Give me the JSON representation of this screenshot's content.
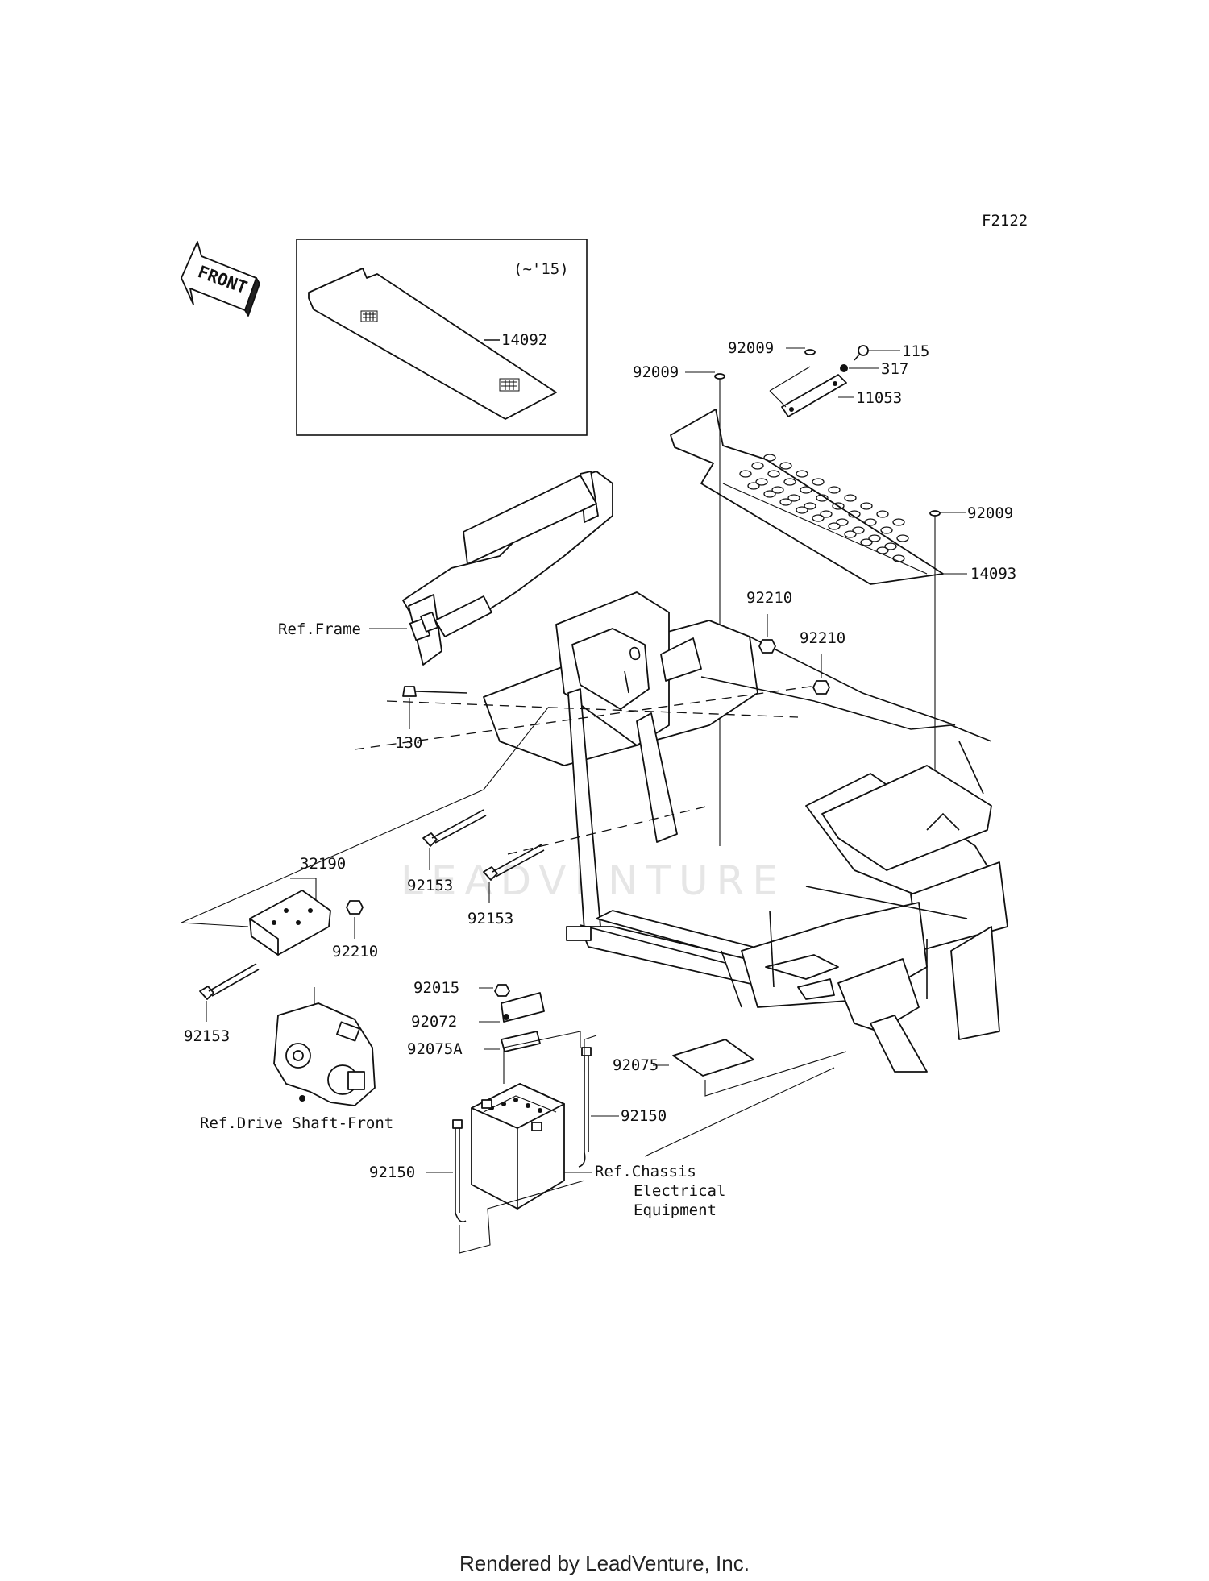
{
  "diagram_code": "F2122",
  "inset_note": "(~'15)",
  "front_arrow_label": "FRONT",
  "watermark": "LEADVENTURE",
  "footer": "Rendered by LeadVenture, Inc.",
  "callouts": {
    "c14092": "14092",
    "c92009_top": "92009",
    "c92009_left": "92009",
    "c92009_right": "92009",
    "c115": "115",
    "c317": "317",
    "c11053": "11053",
    "c14093": "14093",
    "c92210_a": "92210",
    "c92210_b": "92210",
    "c92210_c": "92210",
    "c130": "130",
    "c92153_a": "92153",
    "c92153_b": "92153",
    "c92153_c": "92153",
    "c32190": "32190",
    "c92015": "92015",
    "c92072": "92072",
    "c92075A": "92075A",
    "c92075": "92075",
    "c92150_a": "92150",
    "c92150_b": "92150"
  },
  "references": {
    "frame": "Ref.Frame",
    "drive_shaft": "Ref.Drive Shaft-Front",
    "chassis_1": "Ref.Chassis",
    "chassis_2": "Electrical",
    "chassis_3": "Equipment"
  }
}
